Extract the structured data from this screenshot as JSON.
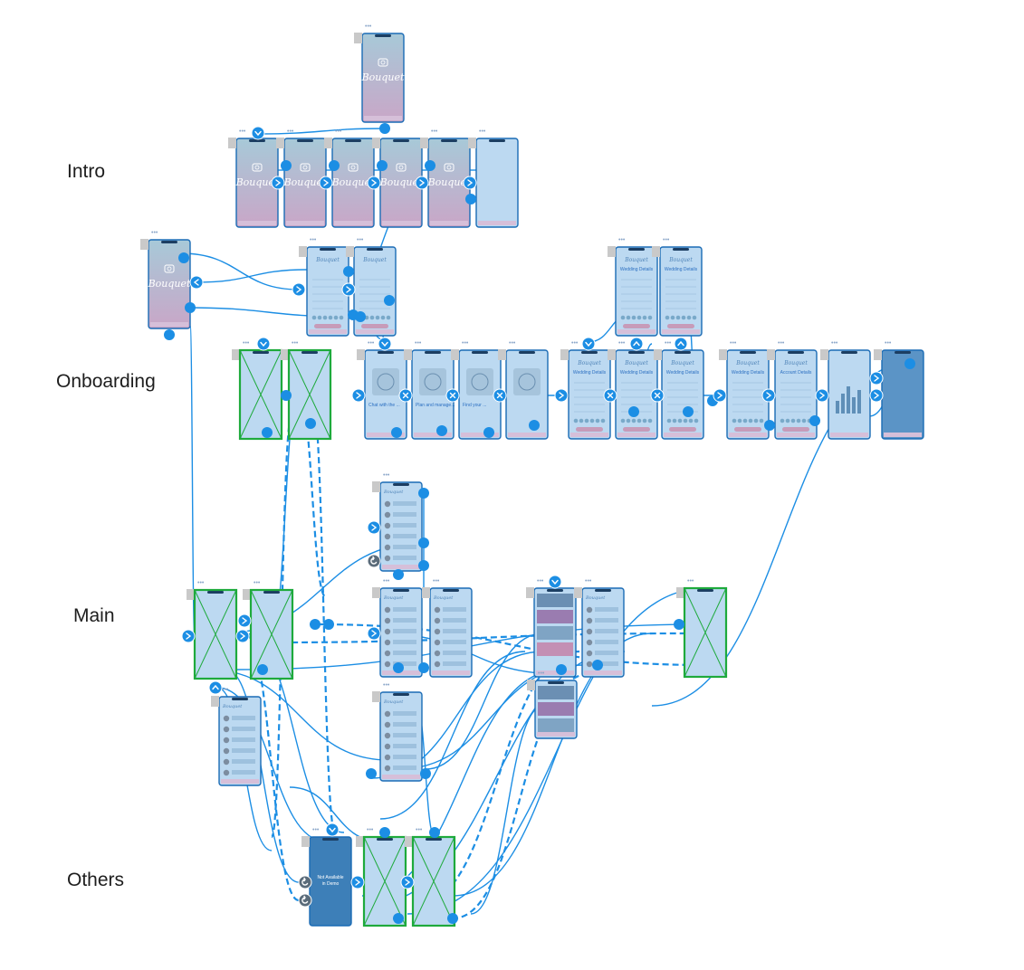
{
  "sections": {
    "intro": "Intro",
    "onboarding": "Onboarding",
    "main": "Main",
    "others": "Others"
  },
  "brand_mark": "Bouquet",
  "screen_captions": {
    "wedding_details": "Wedding Details",
    "account_details": "Account Details",
    "chat_with_us": "Chat with the ...",
    "plan_and_manage": "Plan and manage...",
    "find_your": "Find your ..."
  },
  "overlay_text": "Not Available in Demo",
  "colors": {
    "link": "#1c8ee4",
    "screen_fill": "#bcd9f1",
    "screen_border": "#1a6bb5",
    "placeholder": "#1eaa3c",
    "label_text": "#1e1e1e",
    "gradient_top": "#a7c9d8",
    "gradient_bottom": "#c9a6c7"
  },
  "icons": [
    "ellipsis-icon",
    "chevron-right-icon",
    "chevron-left-icon",
    "chevron-down-icon",
    "chevron-up-icon",
    "close-icon",
    "undo-icon",
    "link-anchor-icon"
  ]
}
